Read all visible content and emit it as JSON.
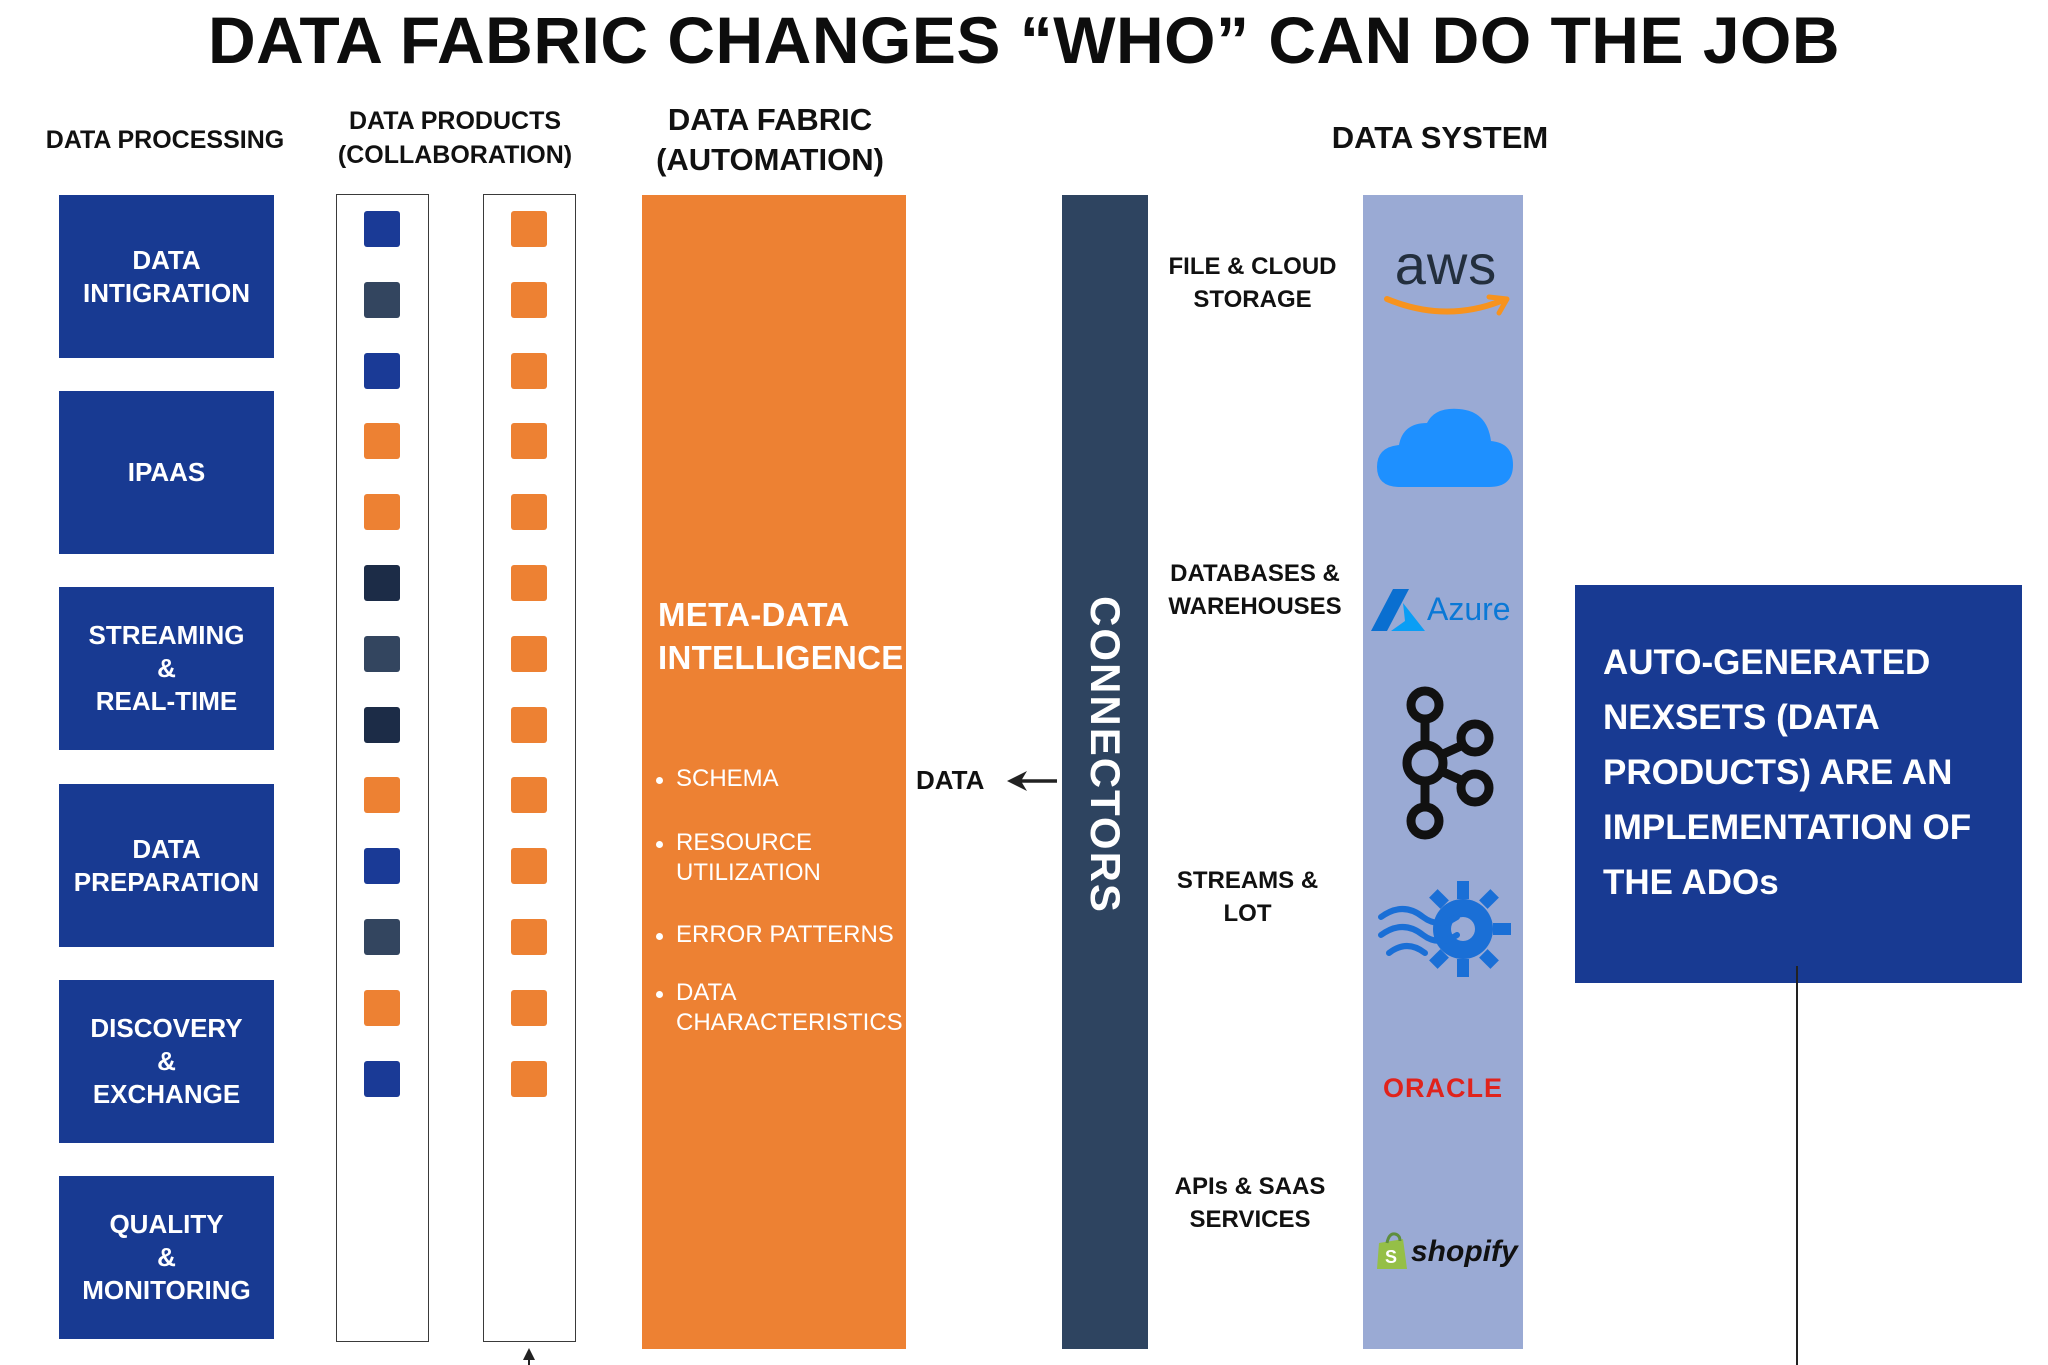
{
  "title": "DATA FABRIC CHANGES “WHO” CAN DO THE JOB",
  "headers": {
    "processing": "DATA PROCESSING",
    "products": "DATA PRODUCTS\n(COLLABORATION)",
    "fabric": "DATA FABRIC\n(AUTOMATION)",
    "system": "DATA SYSTEM"
  },
  "processing_items": [
    "DATA\nINTIGRATION",
    "IPAAS",
    "STREAMING\n&\nREAL-TIME",
    "DATA\nPREPARATION",
    "DISCOVERY\n&\nEXCHANGE",
    "QUALITY\n&\nMONITORING"
  ],
  "product_colors": {
    "blue": "#1a3a96",
    "slate": "#33455f",
    "navy": "#1c2c47",
    "orange": "#ed8133"
  },
  "product_column_1": [
    "blue",
    "slate",
    "blue",
    "orange",
    "orange",
    "navy",
    "slate",
    "navy",
    "orange",
    "blue",
    "slate",
    "orange",
    "blue"
  ],
  "product_column_2": [
    "orange",
    "orange",
    "orange",
    "orange",
    "orange",
    "orange",
    "orange",
    "orange",
    "orange",
    "orange",
    "orange",
    "orange",
    "orange"
  ],
  "fabric": {
    "title": "META-DATA\nINTELLIGENCE",
    "bullets": [
      "SCHEMA",
      "RESOURCE\nUTILIZATION",
      "ERROR PATTERNS",
      "DATA\nCHARACTERISTICS"
    ]
  },
  "data_arrow_label": "DATA",
  "connectors_label": "CONNECTORS",
  "system_categories": [
    "FILE & CLOUD\nSTORAGE",
    "DATABASES &\nWAREHOUSES",
    "STREAMS &\nLOT",
    "APIs & SAAS\nSERVICES"
  ],
  "logos": {
    "aws": "aws",
    "cloud": "cloud-icon",
    "azure": "Azure",
    "kafka": "kafka-icon",
    "streams": "streaming-gear-icon",
    "oracle": "ORACLE",
    "shopify": "shopify"
  },
  "callout": "AUTO-GENERATED\nNEXSETS (DATA\nPRODUCTS) ARE AN\nIMPLEMENTATION OF\nTHE ADOs"
}
